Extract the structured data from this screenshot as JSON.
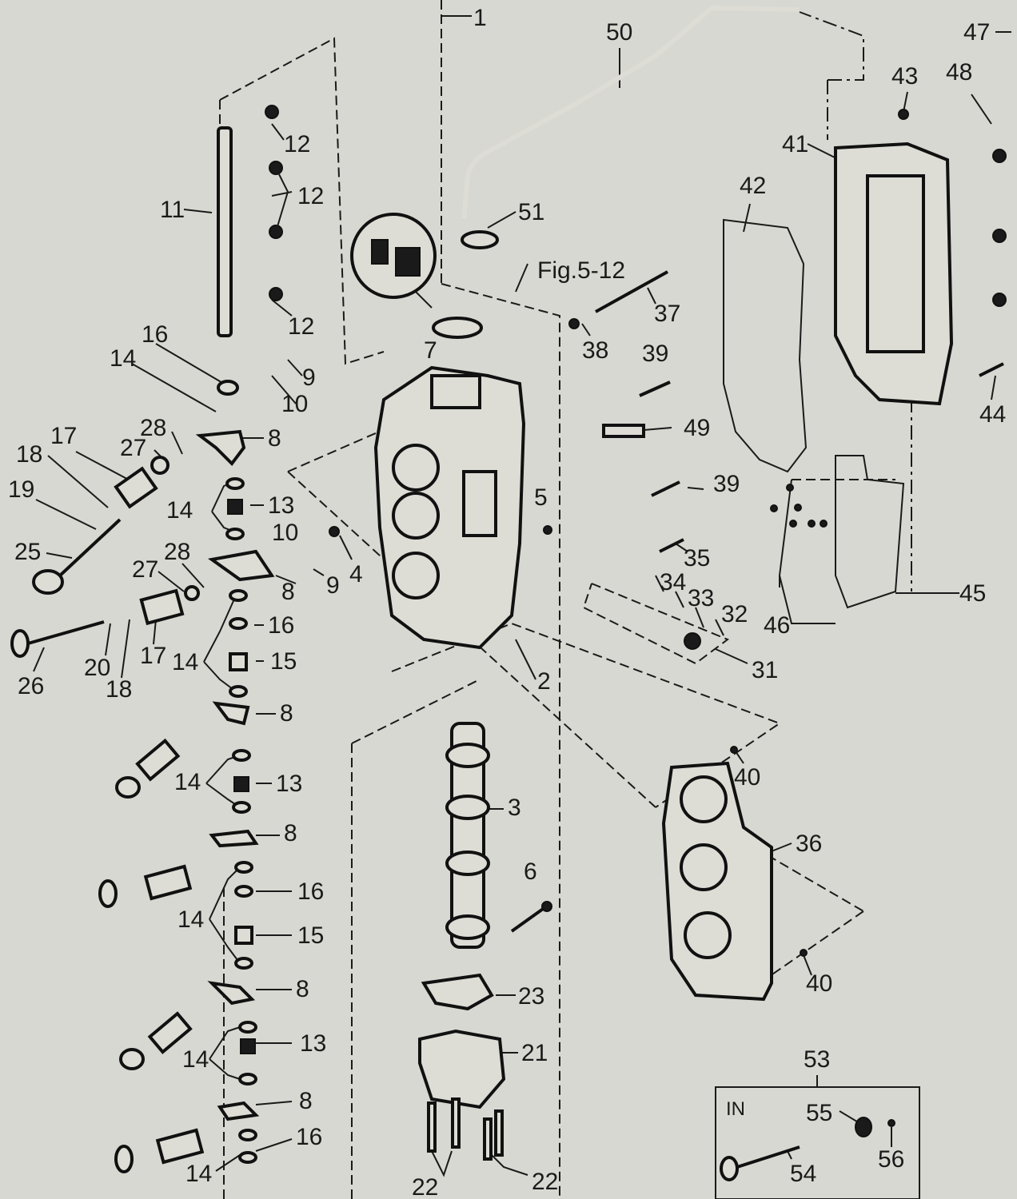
{
  "figure_ref": "Fig.5-12",
  "inset_label": "IN",
  "callouts": {
    "c1": "1",
    "c2": "2",
    "c3": "3",
    "c4": "4",
    "c5": "5",
    "c6": "6",
    "c7": "7",
    "c8a": "8",
    "c8b": "8",
    "c8c": "8",
    "c8d": "8",
    "c8e": "8",
    "c8f": "8",
    "c9a": "9",
    "c9b": "9",
    "c10a": "10",
    "c10b": "10",
    "c11": "11",
    "c12a": "12",
    "c12b": "12",
    "c12c": "12",
    "c13a": "13",
    "c13b": "13",
    "c13c": "13",
    "c14a": "14",
    "c14b": "14",
    "c14c": "14",
    "c14d": "14",
    "c14e": "14",
    "c14f": "14",
    "c14g": "14",
    "c15a": "15",
    "c15b": "15",
    "c16a": "16",
    "c16b": "16",
    "c16c": "16",
    "c16d": "16",
    "c17a": "17",
    "c17b": "17",
    "c18a": "18",
    "c18b": "18",
    "c19": "19",
    "c20": "20",
    "c21": "21",
    "c22a": "22",
    "c22b": "22",
    "c23": "23",
    "c25": "25",
    "c26": "26",
    "c27a": "27",
    "c27b": "27",
    "c28a": "28",
    "c28b": "28",
    "c31": "31",
    "c32": "32",
    "c33": "33",
    "c34": "34",
    "c35": "35",
    "c36": "36",
    "c37": "37",
    "c38": "38",
    "c39a": "39",
    "c39b": "39",
    "c40a": "40",
    "c40b": "40",
    "c41": "41",
    "c42": "42",
    "c43": "43",
    "c44": "44",
    "c45": "45",
    "c46": "46",
    "c47": "47",
    "c48": "48",
    "c49": "49",
    "c50": "50",
    "c51": "51",
    "c53": "53",
    "c54": "54",
    "c55": "55",
    "c56": "56"
  }
}
